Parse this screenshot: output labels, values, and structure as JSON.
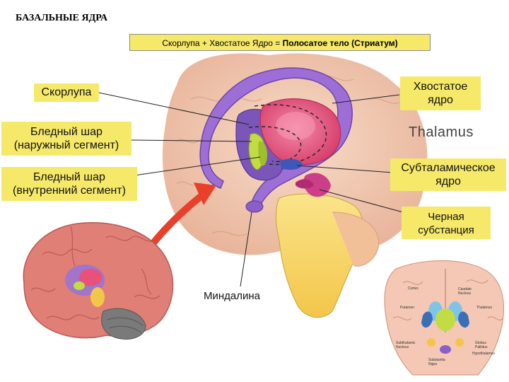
{
  "title": "БАЗАЛЬНЫЕ ЯДРА",
  "formula": {
    "part1": "Скорлупа + Хвостатое Ядро = ",
    "part2": "Полосатое тело (Стриатум)"
  },
  "labels": {
    "putamen": "Скорлупа",
    "gp_external": "Бледный шар\n(наружный сегмент)",
    "gp_internal": "Бледный шар\n(внутренний сегмент)",
    "caudate": "Хвостатое\nядро",
    "thalamus": "Thalamus",
    "subthalamic": "Субталамическое\nядро",
    "substantia_nigra": "Черная\nсубстанция",
    "amygdala": "Миндалина"
  },
  "inset_labels": {
    "cortex": "Cortex",
    "caudate": "Caudate\nNucleus",
    "putamen": "Putamen",
    "thalamus": "Thalamus",
    "subthalamic": "Subthalamic\nNucleus",
    "globus": "Globus\nPallidus",
    "hypothalamus": "Hypothalamus",
    "nigra": "Substantia\nNigra"
  },
  "colors": {
    "label_bg": "#f6e96a",
    "caudate": "#8f62c8",
    "thalamus": "#e8517a",
    "putamen": "#6b4aa8",
    "globus_pallidus": "#b9d438",
    "arrow": "#e8402a",
    "brain": "#f2c6b0"
  }
}
